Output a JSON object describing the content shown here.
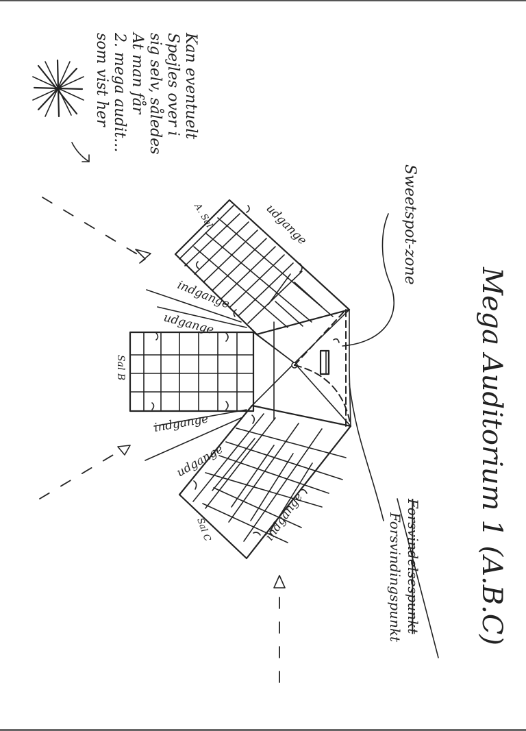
{
  "title": "Mega Auditorium 1 (A.B.C)",
  "note_lines": [
    "Kan eventuelt",
    "Spejles over i",
    "sig selv, således",
    "At man får",
    "2. mega audit...",
    "som vist her"
  ],
  "labels": {
    "sweetspot": "Sweetspot-zone",
    "disappear_struck": "Forsvindelsespunkt",
    "disappear": "Forsvindingspunkt",
    "hall_a": "A. Sal",
    "hall_b": "Sal B",
    "hall_c": "Sal C",
    "udgange": "udgange",
    "indgange": "indgange"
  }
}
